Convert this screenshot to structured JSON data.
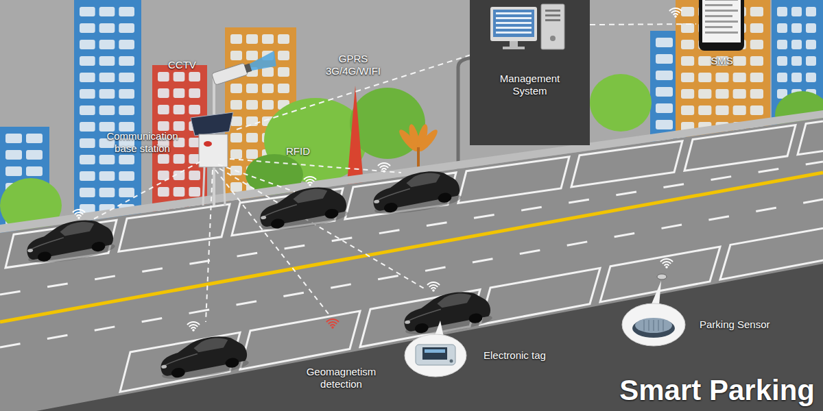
{
  "diagram": {
    "title": "Smart Parking",
    "nodes": [
      {
        "text": [
          "Communication base station"
        ]
      },
      {
        "text": [
          "Management System"
        ]
      },
      {
        "text": [
          "SMS"
        ]
      },
      {
        "text": [
          "Electronic tag"
        ]
      },
      {
        "text": [
          "Parking Sensor"
        ]
      }
    ],
    "edges": [
      {
        "from": 0,
        "to": 1,
        "arrow": "none",
        "label": "GPRS 3G/4G/WIFI"
      },
      {
        "from": 1,
        "to": 2,
        "arrow": "none"
      }
    ],
    "labels": [
      "CCTV",
      "RFID",
      "Geomagnetism detection"
    ]
  }
}
